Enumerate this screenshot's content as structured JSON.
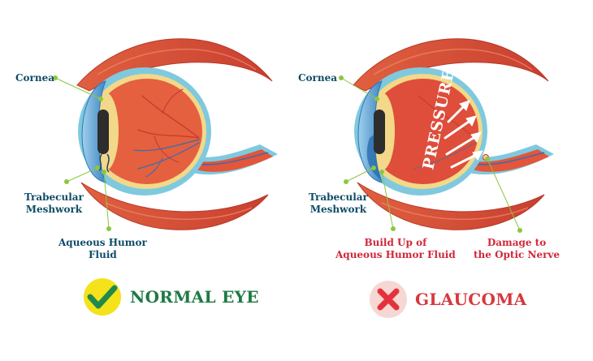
{
  "left_panel": {
    "labels": {
      "cornea": "Cornea",
      "trabecular_line1": "Trabecular",
      "trabecular_line2": "Meshwork",
      "aqueous_line1": "Aqueous Humor",
      "aqueous_line2": "Fluid"
    },
    "badge": {
      "text": "NORMAL EYE",
      "icon": "checkmark-icon",
      "circle_color": "#f5e21a",
      "mark_color": "#1f8a4c"
    }
  },
  "right_panel": {
    "labels": {
      "cornea": "Cornea",
      "trabecular_line1": "Trabecular",
      "trabecular_line2": "Meshwork",
      "buildup_line1": "Build Up of",
      "buildup_line2": "Aqueous Humor Fluid",
      "damage_line1": "Damage to",
      "damage_line2": "the Optic Nerve",
      "pressure": "PRESSURE"
    },
    "badge": {
      "text": "GLAUCOMA",
      "icon": "x-mark-icon",
      "circle_color": "#f7d7d3",
      "mark_color": "#e4323d"
    }
  },
  "colors": {
    "muscle": "#d9523a",
    "eye_interior": "#e5603e",
    "sclera_ring": "#f3d889",
    "outer_ring": "#7fc9df",
    "cornea": "#4c9cd0",
    "pupil": "#2d2d2d",
    "label_blue": "#0f4c67",
    "label_red": "#d0283a",
    "leader_green": "#8dc63f"
  }
}
